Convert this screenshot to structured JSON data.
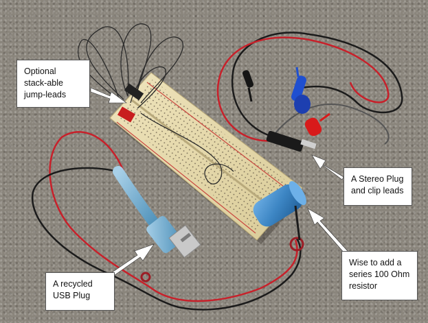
{
  "annotations": {
    "jump_leads": "Optional\nstack-able\njump-leads",
    "stereo_plug": "A Stereo Plug\nand clip leads",
    "resistor": "Wise to add a\nseries 100 Ohm\nresistor",
    "usb_plug": "A recycled\nUSB Plug"
  },
  "colors": {
    "carpet": "#8a857c",
    "breadboard": "#e8dcb0",
    "red_wire": "#c8202a",
    "black_wire": "#1b1b1b",
    "usb_plug": "#6ea8cc",
    "battery": "#3d86c4",
    "clip_blue": "#1f4fd0",
    "clip_red": "#d81a1a",
    "clip_black": "#151515"
  }
}
